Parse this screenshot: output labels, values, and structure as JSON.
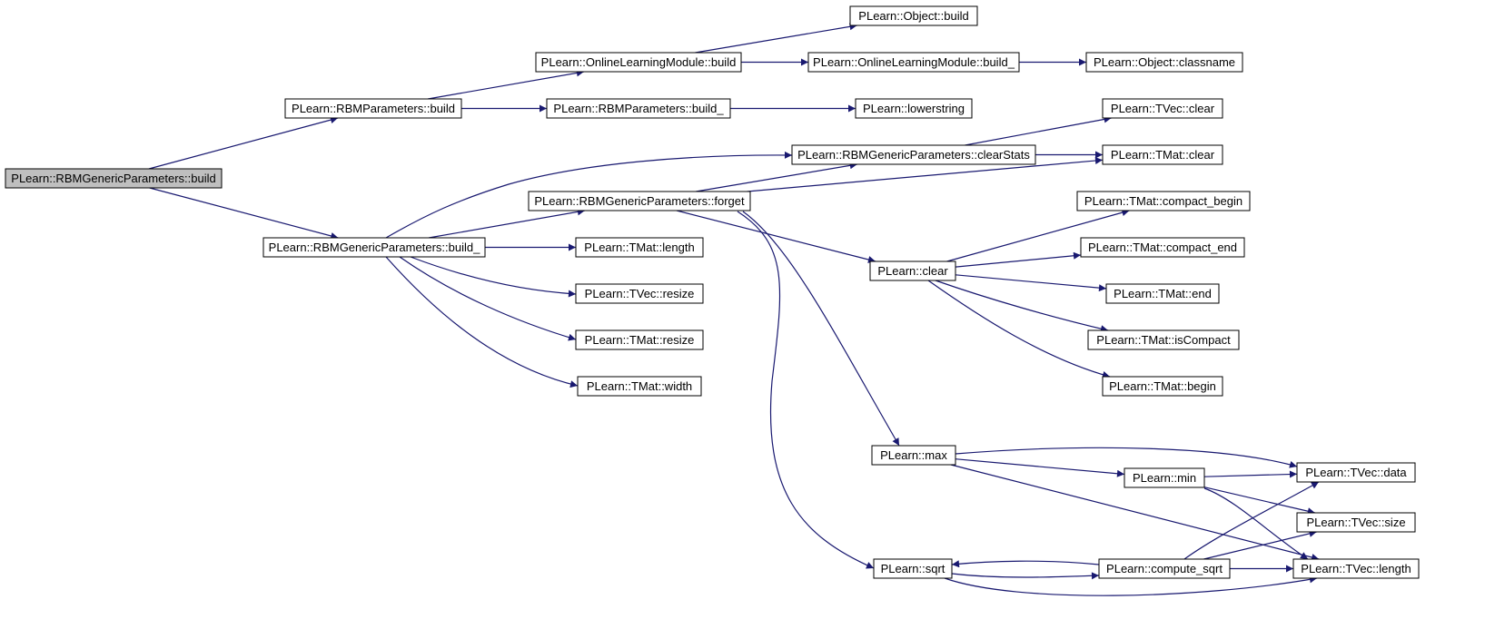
{
  "diagram": {
    "type": "call-graph",
    "edge_color": "#191970",
    "root_fill": "#bfbfbf",
    "node_fill": "#ffffff",
    "nodes": [
      {
        "id": "root",
        "label": "PLearn::RBMGenericParameters::build"
      },
      {
        "id": "rbmp_build",
        "label": "PLearn::RBMParameters::build"
      },
      {
        "id": "olm_build",
        "label": "PLearn::OnlineLearningModule::build"
      },
      {
        "id": "obj_build",
        "label": "PLearn::Object::build"
      },
      {
        "id": "olm_build_",
        "label": "PLearn::OnlineLearningModule::build_"
      },
      {
        "id": "obj_classname",
        "label": "PLearn::Object::classname"
      },
      {
        "id": "rbmp_build_",
        "label": "PLearn::RBMParameters::build_"
      },
      {
        "id": "lowerstring",
        "label": "PLearn::lowerstring"
      },
      {
        "id": "tvec_clear",
        "label": "PLearn::TVec::clear"
      },
      {
        "id": "clearstats",
        "label": "PLearn::RBMGenericParameters::clearStats"
      },
      {
        "id": "tmat_clear",
        "label": "PLearn::TMat::clear"
      },
      {
        "id": "forget",
        "label": "PLearn::RBMGenericParameters::forget"
      },
      {
        "id": "gbuild_",
        "label": "PLearn::RBMGenericParameters::build_"
      },
      {
        "id": "tmat_compact_begin",
        "label": "PLearn::TMat::compact_begin"
      },
      {
        "id": "tmat_length",
        "label": "PLearn::TMat::length"
      },
      {
        "id": "tmat_compact_end",
        "label": "PLearn::TMat::compact_end"
      },
      {
        "id": "pclear",
        "label": "PLearn::clear"
      },
      {
        "id": "tvec_resize",
        "label": "PLearn::TVec::resize"
      },
      {
        "id": "tmat_end",
        "label": "PLearn::TMat::end"
      },
      {
        "id": "tmat_resize",
        "label": "PLearn::TMat::resize"
      },
      {
        "id": "tmat_iscompact",
        "label": "PLearn::TMat::isCompact"
      },
      {
        "id": "tmat_width",
        "label": "PLearn::TMat::width"
      },
      {
        "id": "tmat_begin",
        "label": "PLearn::TMat::begin"
      },
      {
        "id": "pmax",
        "label": "PLearn::max"
      },
      {
        "id": "pmin",
        "label": "PLearn::min"
      },
      {
        "id": "tvec_data",
        "label": "PLearn::TVec::data"
      },
      {
        "id": "tvec_size",
        "label": "PLearn::TVec::size"
      },
      {
        "id": "psqrt",
        "label": "PLearn::sqrt"
      },
      {
        "id": "compute_sqrt",
        "label": "PLearn::compute_sqrt"
      },
      {
        "id": "tvec_length",
        "label": "PLearn::TVec::length"
      }
    ],
    "edges": [
      {
        "from": "root",
        "to": "rbmp_build"
      },
      {
        "from": "root",
        "to": "gbuild_"
      },
      {
        "from": "rbmp_build",
        "to": "olm_build"
      },
      {
        "from": "rbmp_build",
        "to": "rbmp_build_"
      },
      {
        "from": "olm_build",
        "to": "obj_build"
      },
      {
        "from": "olm_build",
        "to": "olm_build_"
      },
      {
        "from": "olm_build_",
        "to": "obj_classname"
      },
      {
        "from": "rbmp_build_",
        "to": "lowerstring"
      },
      {
        "from": "gbuild_",
        "to": "clearstats"
      },
      {
        "from": "gbuild_",
        "to": "forget"
      },
      {
        "from": "gbuild_",
        "to": "tmat_length"
      },
      {
        "from": "gbuild_",
        "to": "tvec_resize"
      },
      {
        "from": "gbuild_",
        "to": "tmat_resize"
      },
      {
        "from": "gbuild_",
        "to": "tmat_width"
      },
      {
        "from": "clearstats",
        "to": "tvec_clear"
      },
      {
        "from": "clearstats",
        "to": "tmat_clear"
      },
      {
        "from": "forget",
        "to": "clearstats"
      },
      {
        "from": "forget",
        "to": "tmat_clear"
      },
      {
        "from": "forget",
        "to": "pclear"
      },
      {
        "from": "forget",
        "to": "pmax"
      },
      {
        "from": "forget",
        "to": "psqrt"
      },
      {
        "from": "pclear",
        "to": "tmat_compact_begin"
      },
      {
        "from": "pclear",
        "to": "tmat_compact_end"
      },
      {
        "from": "pclear",
        "to": "tmat_end"
      },
      {
        "from": "pclear",
        "to": "tmat_iscompact"
      },
      {
        "from": "pclear",
        "to": "tmat_begin"
      },
      {
        "from": "pmax",
        "to": "tvec_data"
      },
      {
        "from": "pmax",
        "to": "pmin"
      },
      {
        "from": "pmax",
        "to": "tvec_length"
      },
      {
        "from": "pmin",
        "to": "tvec_data"
      },
      {
        "from": "pmin",
        "to": "tvec_size"
      },
      {
        "from": "pmin",
        "to": "tvec_length"
      },
      {
        "from": "psqrt",
        "to": "compute_sqrt"
      },
      {
        "from": "psqrt",
        "to": "tvec_length"
      },
      {
        "from": "compute_sqrt",
        "to": "psqrt"
      },
      {
        "from": "compute_sqrt",
        "to": "tvec_data"
      },
      {
        "from": "compute_sqrt",
        "to": "tvec_size"
      },
      {
        "from": "compute_sqrt",
        "to": "tvec_length"
      }
    ]
  }
}
